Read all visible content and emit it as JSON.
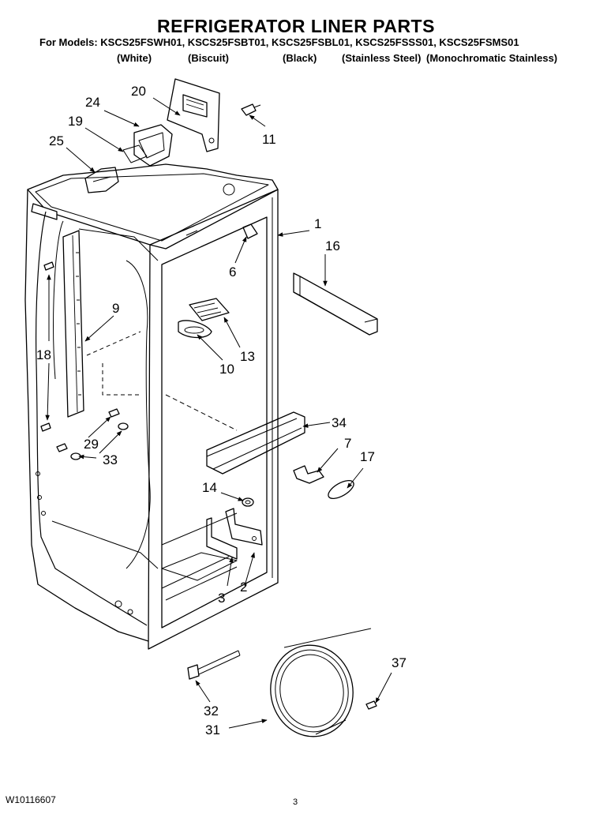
{
  "header": {
    "title": "REFRIGERATOR LINER PARTS",
    "models_line": "For Models: KSCS25FSWH01, KSCS25FSBT01, KSCS25FSBL01, KSCS25FSSS01, KSCS25FSMS01",
    "variants": [
      "(White)",
      "(Biscuit)",
      "(Black)",
      "(Stainless Steel)",
      "(Monochromatic Stainless)"
    ]
  },
  "parts": {
    "p1": "1",
    "p2": "2",
    "p3": "3",
    "p6": "6",
    "p7": "7",
    "p9": "9",
    "p10": "10",
    "p11": "11",
    "p13": "13",
    "p14": "14",
    "p16": "16",
    "p17": "17",
    "p18": "18",
    "p19": "19",
    "p20": "20",
    "p24": "24",
    "p25": "25",
    "p29": "29",
    "p31": "31",
    "p32": "32",
    "p33": "33",
    "p34": "34",
    "p37": "37"
  },
  "footer": {
    "doc_id": "W10116607",
    "page": "3"
  }
}
